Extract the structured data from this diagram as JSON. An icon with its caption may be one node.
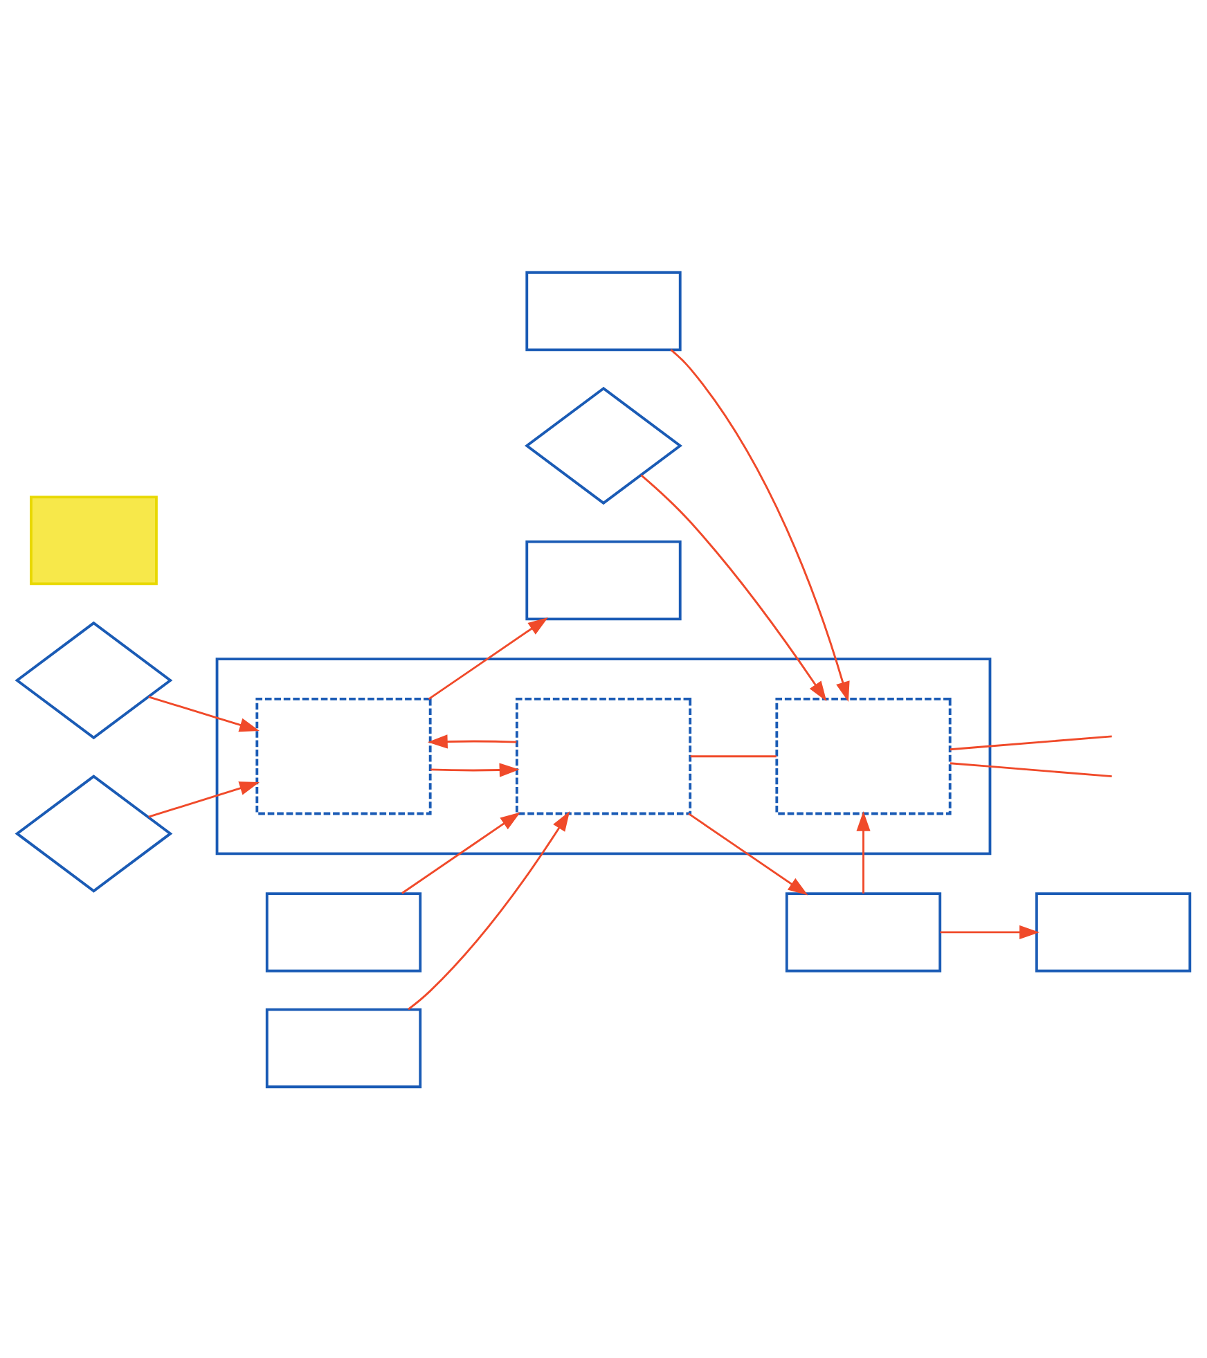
{
  "diagram": {
    "nodes": [
      {
        "text": [],
        "shape": "box"
      },
      {
        "text": [],
        "shape": "diamond"
      },
      {
        "text": [],
        "shape": "diamond"
      },
      {
        "text": [],
        "shape": "bar"
      },
      {
        "text": [],
        "shape": "box"
      },
      {
        "text": [],
        "shape": "box"
      },
      {
        "text": [],
        "shape": "box"
      },
      {
        "text": [],
        "shape": "diamond"
      },
      {
        "text": [],
        "shape": "box",
        "in": 0
      },
      {
        "text": [],
        "shape": "box",
        "in": 0
      },
      {
        "text": [],
        "shape": "box",
        "in": 0
      },
      {
        "text": [],
        "shape": "box"
      },
      {
        "text": [],
        "shape": "box"
      },
      {
        "text": [],
        "shape": "box"
      }
    ],
    "edges": [
      {
        "from": 1,
        "to": 8,
        "arrow": "to"
      },
      {
        "from": 2,
        "to": 8,
        "arrow": "to"
      },
      {
        "from": 8,
        "to": 11,
        "arrow": "to"
      },
      {
        "from": 9,
        "to": 8,
        "arrow": "to"
      },
      {
        "from": 8,
        "to": 9,
        "arrow": "to"
      },
      {
        "from": 4,
        "to": 9,
        "arrow": "to"
      },
      {
        "from": 5,
        "to": 9,
        "arrow": "to"
      },
      {
        "from": 9,
        "to": 12,
        "arrow": "to"
      },
      {
        "from": 9,
        "to": 10,
        "arrow": "none"
      },
      {
        "from": 6,
        "to": 10,
        "arrow": "to"
      },
      {
        "from": 7,
        "to": 10,
        "arrow": "to"
      },
      {
        "from": 12,
        "to": 10,
        "arrow": "to"
      },
      {
        "from": 12,
        "to": 13,
        "arrow": "to"
      },
      {
        "from": 10,
        "to": null,
        "arrow": "none"
      },
      {
        "from": 10,
        "to": null,
        "arrow": "none"
      }
    ]
  }
}
